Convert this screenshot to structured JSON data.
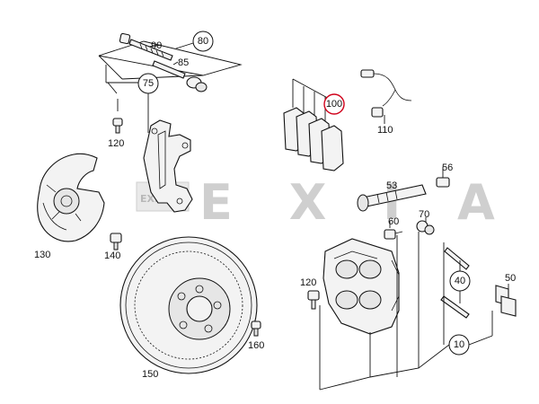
{
  "watermark": {
    "logo_text": "EXIA",
    "text": "E X I A"
  },
  "callouts": {
    "c80": "80",
    "c90": "90",
    "c85": "85",
    "c75": "75",
    "c120a": "120",
    "c100": "100",
    "c110": "110",
    "c56": "56",
    "c53": "53",
    "c60": "60",
    "c70": "70",
    "c130": "130",
    "c140": "140",
    "c40": "40",
    "c50": "50",
    "c120b": "120",
    "c160": "160",
    "c150": "150",
    "c10": "10"
  },
  "colors": {
    "line": "#111111",
    "watermark": "#cfcfcf",
    "highlight": "#d0021b"
  }
}
